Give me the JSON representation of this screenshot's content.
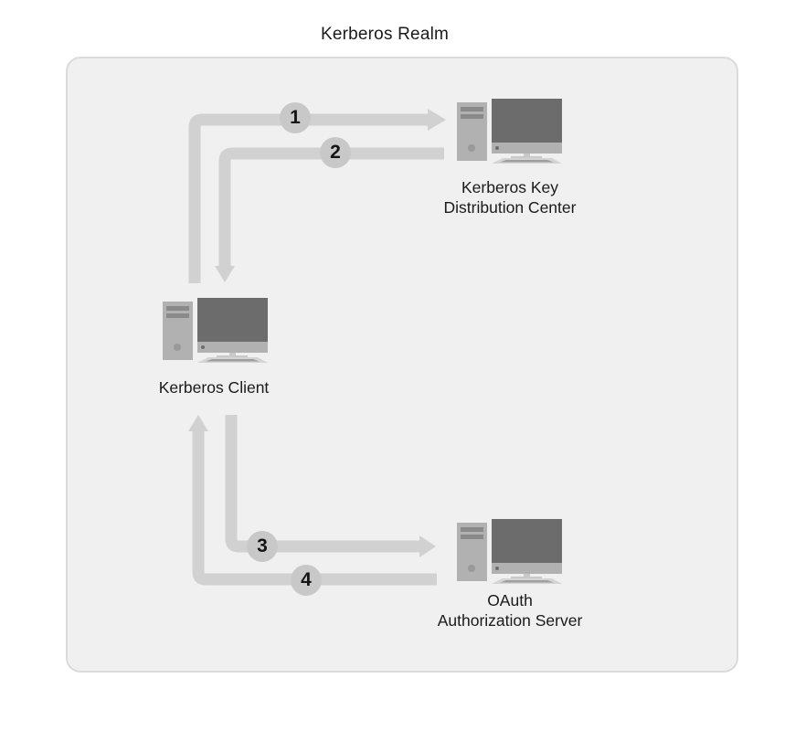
{
  "diagram": {
    "title": "Kerberos Realm"
  },
  "nodes": [
    {
      "id": "kerberos-kdc",
      "icon": "desktop-computer-icon",
      "label_lines": [
        "Kerberos Key",
        "Distribution Center"
      ]
    },
    {
      "id": "kerberos-client",
      "icon": "desktop-computer-icon",
      "label_lines": [
        "Kerberos Client"
      ]
    },
    {
      "id": "oauth-authorization-server",
      "icon": "desktop-computer-icon",
      "label_lines": [
        "OAuth",
        "Authorization Server"
      ]
    }
  ],
  "flows": [
    {
      "number": "1",
      "from": "kerberos-client",
      "to": "kerberos-kdc"
    },
    {
      "number": "2",
      "from": "kerberos-kdc",
      "to": "kerberos-client"
    },
    {
      "number": "3",
      "from": "kerberos-client",
      "to": "oauth-authorization-server"
    },
    {
      "number": "4",
      "from": "oauth-authorization-server",
      "to": "kerberos-client"
    }
  ],
  "colors": {
    "realm-fill": "#f0f0f0",
    "realm-border": "#dbdbdb",
    "arrow": "#d1d1d1",
    "badge": "#c8c8c8",
    "text": "#1a1a1a",
    "tower": "#b1b1b1",
    "screen": "#6c6c6c"
  }
}
